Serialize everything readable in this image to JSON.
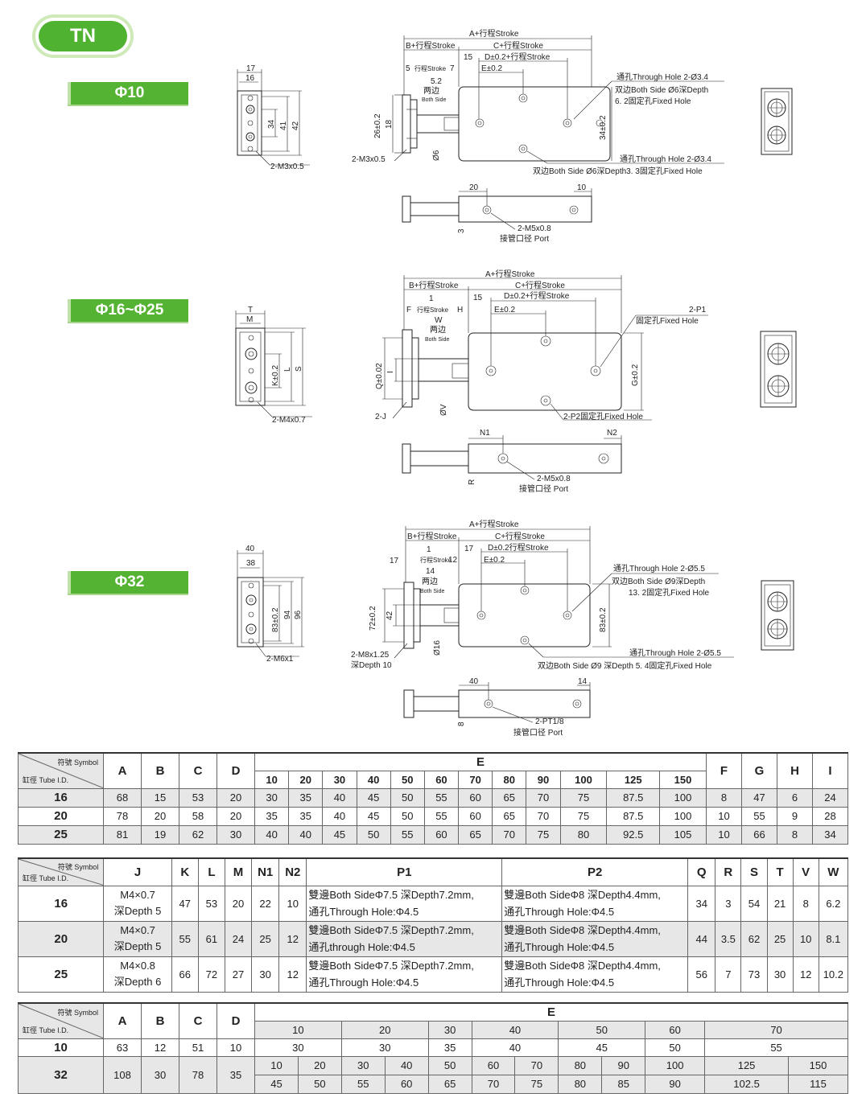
{
  "badge": "TN",
  "sections": [
    "Φ10",
    "Φ16~Φ25",
    "Φ32"
  ],
  "d10": {
    "side": [
      "17",
      "16",
      "34",
      "41",
      "42",
      "2-M3x0.5"
    ],
    "top": [
      "A+行程Stroke",
      "B+行程Stroke",
      "C+行程Stroke",
      "5",
      "行程Stroke",
      "7",
      "15",
      "D±0.2+行程Stroke",
      "E±0.2",
      "5.2",
      "两边",
      "Both Side",
      "26±0.2",
      "18",
      "2-M3x0.5",
      "Ø6",
      "34±0.2"
    ],
    "notes": [
      "通孔Through Hole 2-Ø3.4",
      "双边Both Side Ø6深Depth",
      "6. 2固定孔Fixed Hole",
      "通孔Through Hole 2-Ø3.4",
      "双边Both Side Ø6深Depth3. 3固定孔Fixed Hole"
    ],
    "front": [
      "20",
      "10",
      "3",
      "2-M5x0.8",
      "接管口径 Port"
    ]
  },
  "d16": {
    "side": [
      "T",
      "M",
      "K±0.2",
      "L",
      "S",
      "2-M4x0.7"
    ],
    "top": [
      "A+行程Stroke",
      "B+行程Stroke",
      "C+行程Stroke",
      "F",
      "1",
      "行程Stroke",
      "H",
      "15",
      "D±0.2+行程Stroke",
      "E±0.2",
      "W",
      "两边",
      "Both Side",
      "Q±0.02",
      "I",
      "2-J",
      "ØV",
      "G±0.2"
    ],
    "notes": [
      "2-P1",
      "固定孔Fixed Hole",
      "2-P2固定孔Fixed Hole"
    ],
    "front": [
      "N1",
      "N2",
      "R",
      "2-M5x0.8",
      "接管口径 Port"
    ]
  },
  "d32": {
    "side": [
      "40",
      "38",
      "83±0.2",
      "94",
      "96",
      "2-M6x1"
    ],
    "top": [
      "A+行程Stroke",
      "B+行程Stroke",
      "C+行程Stroke",
      "17",
      "1",
      "行程Stroke",
      "12",
      "17",
      "D±0.2行程Stroke",
      "E±0.2",
      "14",
      "两边",
      "Both Side",
      "72±0.2",
      "42",
      "2-M8x1.25",
      "深Depth 10",
      "Ø16",
      "83±0.2"
    ],
    "notes": [
      "通孔Through Hole 2-Ø5.5",
      "双边Both Side Ø9深Depth",
      "13. 2固定孔Fixed Hole",
      "通孔Through Hole 2-Ø5.5",
      "双边Both Side Ø9 深Depth 5. 4固定孔Fixed Hole"
    ],
    "front": [
      "40",
      "14",
      "8",
      "2-PT1/8",
      "接管口径 Port"
    ]
  },
  "t1": {
    "symbol": "符號 Symbol",
    "tube": "缸徑 Tube I.D.",
    "cols": [
      "A",
      "B",
      "C",
      "D"
    ],
    "e": "E",
    "strokes": [
      "10",
      "20",
      "30",
      "40",
      "50",
      "60",
      "70",
      "80",
      "90",
      "100",
      "125",
      "150"
    ],
    "cols2": [
      "F",
      "G",
      "H",
      "I"
    ],
    "rows": [
      {
        "id": "16",
        "a": [
          "68",
          "15",
          "53",
          "20"
        ],
        "e": [
          "30",
          "35",
          "40",
          "45",
          "50",
          "55",
          "60",
          "65",
          "70",
          "75",
          "87.5",
          "100"
        ],
        "b": [
          "8",
          "47",
          "6",
          "24"
        ]
      },
      {
        "id": "20",
        "a": [
          "78",
          "20",
          "58",
          "20"
        ],
        "e": [
          "35",
          "35",
          "40",
          "45",
          "50",
          "55",
          "60",
          "65",
          "70",
          "75",
          "87.5",
          "100"
        ],
        "b": [
          "10",
          "55",
          "9",
          "28"
        ]
      },
      {
        "id": "25",
        "a": [
          "81",
          "19",
          "62",
          "30"
        ],
        "e": [
          "40",
          "40",
          "45",
          "50",
          "55",
          "60",
          "65",
          "70",
          "75",
          "80",
          "92.5",
          "105"
        ],
        "b": [
          "10",
          "66",
          "8",
          "34"
        ]
      }
    ]
  },
  "t2": {
    "symbol": "符號 Symbol",
    "tube": "缸徑 Tube I.D.",
    "cols": [
      "J",
      "K",
      "L",
      "M",
      "N1",
      "N2",
      "P1",
      "P2",
      "Q",
      "R",
      "S",
      "T",
      "V",
      "W"
    ],
    "rows": [
      {
        "id": "16",
        "j1": "M4×0.7",
        "j2": "深Depth 5",
        "k": "47",
        "l": "53",
        "m": "20",
        "n1": "22",
        "n2": "10",
        "p11": "雙邊Both SideΦ7.5 深Depth7.2mm,",
        "p12": "通孔Through Hole:Φ4.5",
        "p21": "雙邊Both SideΦ8 深Depth4.4mm,",
        "p22": "通孔Through Hole:Φ4.5",
        "q": "34",
        "r": "3",
        "s": "54",
        "t": "21",
        "v": "8",
        "w": "6.2"
      },
      {
        "id": "20",
        "j1": "M4×0.7",
        "j2": "深Depth 5",
        "k": "55",
        "l": "61",
        "m": "24",
        "n1": "25",
        "n2": "12",
        "p11": "雙邊Both SideΦ7.5 深Depth7.2mm,",
        "p12": "通孔through Hole:Φ4.5",
        "p21": "雙邊Both SideΦ8 深Depth4.4mm,",
        "p22": "通孔Through Hole:Φ4.5",
        "q": "44",
        "r": "3.5",
        "s": "62",
        "t": "25",
        "v": "10",
        "w": "8.1"
      },
      {
        "id": "25",
        "j1": "M4×0.8",
        "j2": "深Depth 6",
        "k": "66",
        "l": "72",
        "m": "27",
        "n1": "30",
        "n2": "12",
        "p11": "雙邊Both SideΦ7.5 深Depth7.2mm,",
        "p12": "通孔Through Hole:Φ4.5",
        "p21": "雙邊Both SideΦ8 深Depth4.4mm,",
        "p22": "通孔Through Hole:Φ4.5",
        "q": "56",
        "r": "7",
        "s": "73",
        "t": "30",
        "v": "12",
        "w": "10.2"
      }
    ]
  },
  "t3": {
    "symbol": "符號 Symbol",
    "tube": "缸徑 Tube I.D.",
    "cols": [
      "A",
      "B",
      "C",
      "D"
    ],
    "e": "E",
    "strokes10": [
      "10",
      "20",
      "30",
      "40",
      "50",
      "60",
      "70"
    ],
    "row10": {
      "id": "10",
      "a": [
        "63",
        "12",
        "51",
        "10"
      ],
      "e": [
        "30",
        "30",
        "35",
        "40",
        "45",
        "50",
        "55"
      ]
    },
    "row32": {
      "id": "32",
      "a": [
        "108",
        "30",
        "78",
        "35"
      ],
      "strokes": [
        "10",
        "20",
        "30",
        "40",
        "50",
        "60",
        "70",
        "80",
        "90",
        "100",
        "125",
        "150"
      ],
      "e": [
        "45",
        "50",
        "55",
        "60",
        "65",
        "70",
        "75",
        "80",
        "85",
        "90",
        "102.5",
        "115"
      ]
    }
  }
}
